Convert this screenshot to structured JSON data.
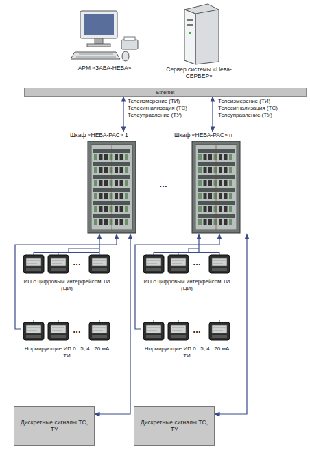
{
  "diagram": {
    "nodes": [
      {
        "text": [
          "АРМ «ЗАВА-НЕВА»"
        ]
      },
      {
        "text": [
          "Сервер системы «Нева-СЕРВЕР»"
        ]
      },
      {
        "text": [
          "Ethernet"
        ]
      },
      {
        "text": [
          "Шкаф «НЕВА-РАС» 1"
        ]
      },
      {
        "text": [
          "Шкаф «НЕВА-РАС» n"
        ]
      },
      {
        "text": [
          "ИП с цифровым интерфейсом ТИ (ЦИ)"
        ]
      },
      {
        "text": [
          "Нормирующие ИП 0...5, 4...20 мА ТИ"
        ]
      },
      {
        "text": [
          "Дискретные сигналы ТС, ТУ"
        ]
      },
      {
        "text": [
          "ИП с цифровым интерфейсом ТИ (ЦИ)"
        ]
      },
      {
        "text": [
          "Нормирующие ИП 0...5, 4...20 мА ТИ"
        ]
      },
      {
        "text": [
          "Дискретные сигналы ТС, ТУ"
        ]
      }
    ],
    "edges": [
      {
        "from": 2,
        "to": 3,
        "arrow": "both"
      },
      {
        "from": 2,
        "to": 4,
        "arrow": "both"
      },
      {
        "from": 5,
        "to": 3,
        "arrow": "to"
      },
      {
        "from": 6,
        "to": 3,
        "arrow": "to"
      },
      {
        "from": 7,
        "to": 3,
        "arrow": "both"
      },
      {
        "from": 8,
        "to": 4,
        "arrow": "to"
      },
      {
        "from": 9,
        "to": 4,
        "arrow": "to"
      },
      {
        "from": 10,
        "to": 4,
        "arrow": "both"
      }
    ],
    "labels": [
      "Телеизмерение (ТИ)",
      "Телесигнализация (ТС)",
      "Телеуправление (ТУ)",
      "Телеизмерение (ТИ)",
      "Телесигнализация (ТС)",
      "Телеуправление (ТУ)",
      "…",
      "…",
      "…",
      "…",
      "…"
    ]
  }
}
